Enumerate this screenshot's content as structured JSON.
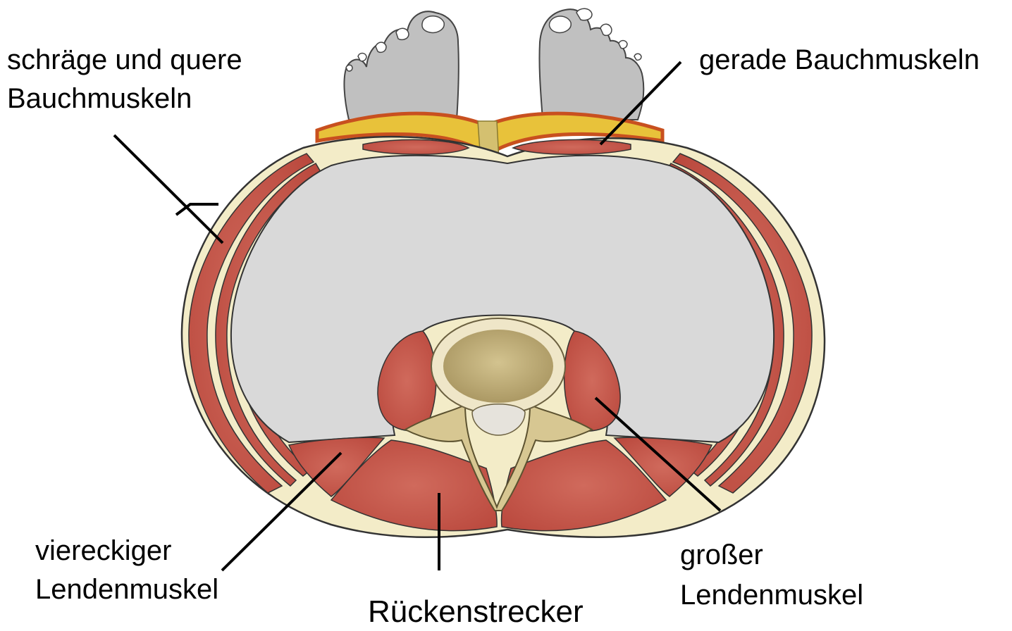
{
  "labels": {
    "oblique_line1": "schräge und quere",
    "oblique_line2": "Bauchmuskeln",
    "rectus": "gerade Bauchmuskeln",
    "quadratus_line1": "viereckiger",
    "quadratus_line2": "Lendenmuskel",
    "erector": "Rückenstrecker",
    "psoas_line1": "großer",
    "psoas_line2": "Lendenmuskel"
  },
  "colors": {
    "muscle": "#c85a4e",
    "fascia": "#f3ecc8",
    "cavity": "#d9d9d9",
    "fat": "#e8c23a",
    "skin": "#c0c0c0",
    "bone": "#e9dfb8",
    "bone_marrow": "#c9b98a"
  }
}
